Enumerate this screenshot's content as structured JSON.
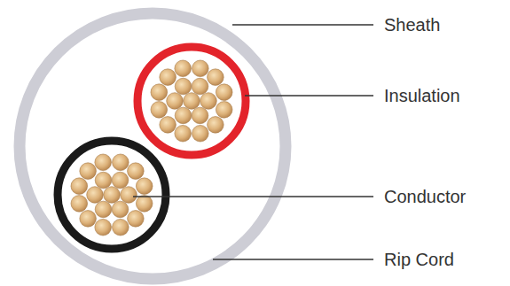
{
  "diagram": {
    "labels": [
      "Sheath",
      "Insulation",
      "Conductor",
      "Rip Cord"
    ]
  }
}
